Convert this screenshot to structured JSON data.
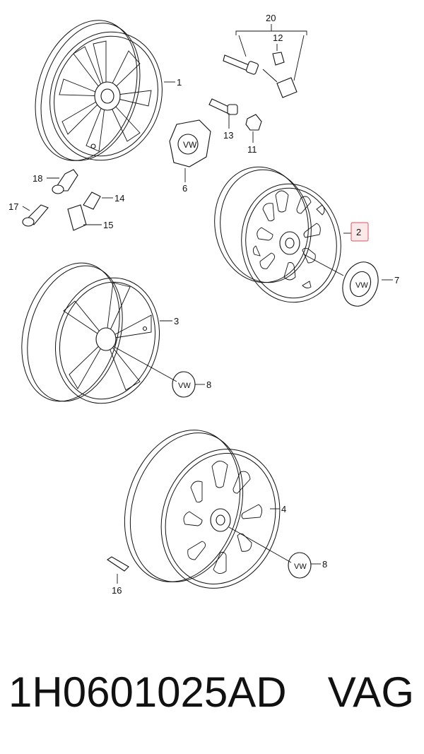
{
  "labels": {
    "l1": "1",
    "l2": "2",
    "l3": "3",
    "l4": "4",
    "l6": "6",
    "l7": "7",
    "l8a": "8",
    "l8b": "8",
    "l11": "11",
    "l12": "12",
    "l13": "13",
    "l14": "14",
    "l15": "15",
    "l16": "16",
    "l17": "17",
    "l18": "18",
    "l20": "20"
  },
  "highlighted_label": "2",
  "highlight_color": "#d9545d",
  "footer": {
    "part_number": "1H0601025AD",
    "brand": "VAG"
  }
}
